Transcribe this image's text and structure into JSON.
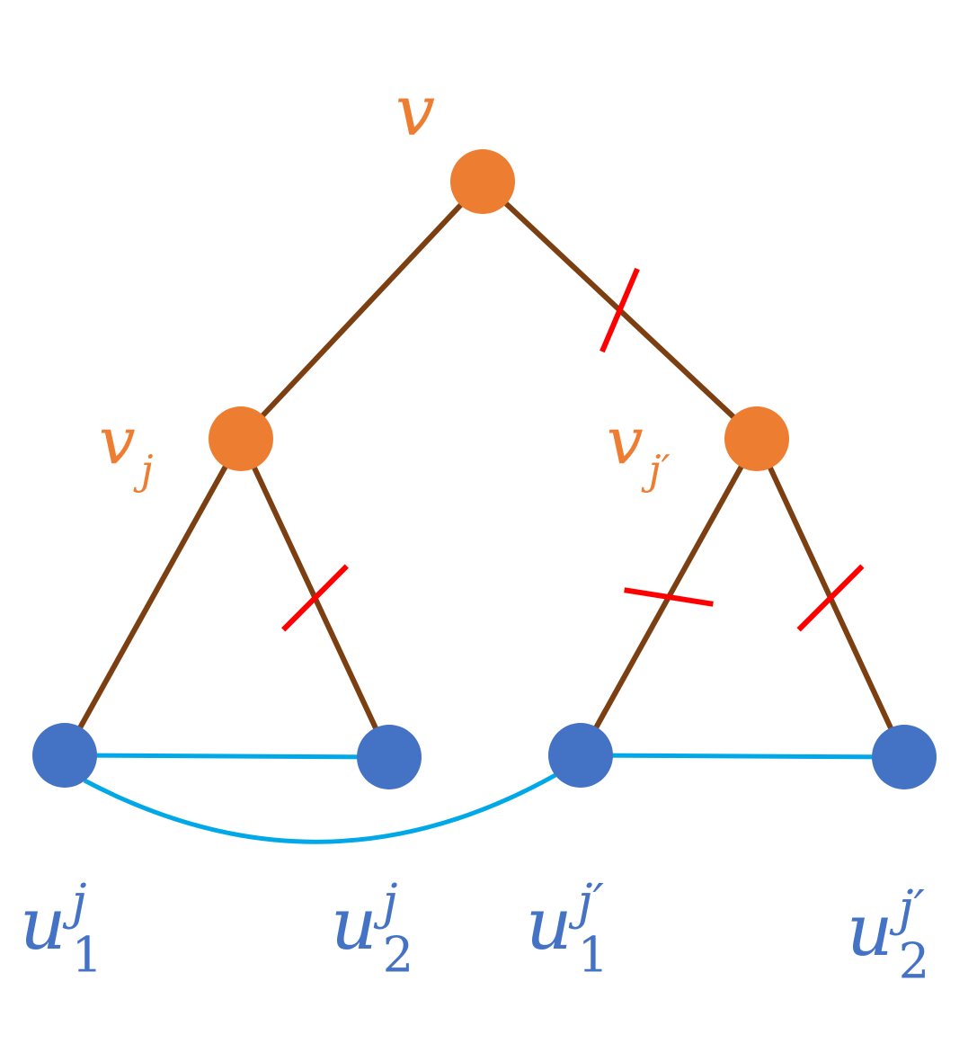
{
  "colors": {
    "internal_node": "#ED7D31",
    "leaf_node": "#4472C4",
    "tree_edge": "#7B3F12",
    "leaf_edge": "#00A8E8",
    "cut_mark": "#FF0000",
    "internal_label": "#ED7D31",
    "leaf_label": "#4472C4"
  },
  "nodes": [
    {
      "id": "v",
      "kind": "internal",
      "label": {
        "base": "v",
        "sub": "",
        "sup": ""
      }
    },
    {
      "id": "vj",
      "kind": "internal",
      "label": {
        "base": "v",
        "sub": "j",
        "sup": ""
      }
    },
    {
      "id": "vjp",
      "kind": "internal",
      "label": {
        "base": "v",
        "sub": "j′",
        "sup": ""
      }
    },
    {
      "id": "u1j",
      "kind": "leaf",
      "label": {
        "base": "u",
        "sub": "1",
        "sup": "j"
      }
    },
    {
      "id": "u2j",
      "kind": "leaf",
      "label": {
        "base": "u",
        "sub": "2",
        "sup": "j"
      }
    },
    {
      "id": "u1jp",
      "kind": "leaf",
      "label": {
        "base": "u",
        "sub": "1",
        "sup": "j′"
      }
    },
    {
      "id": "u2jp",
      "kind": "leaf",
      "label": {
        "base": "u",
        "sub": "2",
        "sup": "j′"
      }
    }
  ],
  "tree_edges": [
    {
      "from": "v",
      "to": "vj",
      "cut": false
    },
    {
      "from": "v",
      "to": "vjp",
      "cut": true
    },
    {
      "from": "vj",
      "to": "u1j",
      "cut": false
    },
    {
      "from": "vj",
      "to": "u2j",
      "cut": true
    },
    {
      "from": "vjp",
      "to": "u1jp",
      "cut": true
    },
    {
      "from": "vjp",
      "to": "u2jp",
      "cut": true
    }
  ],
  "leaf_edges": [
    {
      "from": "u1j",
      "to": "u2j",
      "style": "straight"
    },
    {
      "from": "u1j",
      "to": "u1jp",
      "style": "curved"
    },
    {
      "from": "u1jp",
      "to": "u2jp",
      "style": "straight"
    }
  ]
}
